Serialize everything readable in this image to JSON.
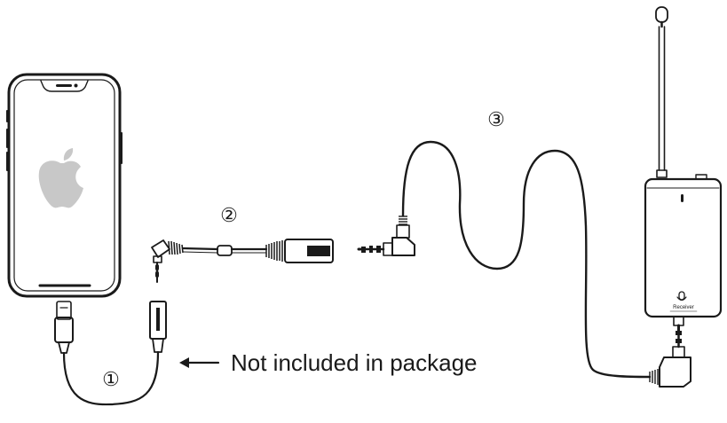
{
  "labels": {
    "adapter_number": "①",
    "splitter_number": "②",
    "cable_number": "③",
    "note": "Not included in package",
    "receiver_text": "Receiver"
  },
  "colors": {
    "line": "#1a1a1a",
    "logo": "#c8c8c8",
    "background": "#ffffff"
  }
}
